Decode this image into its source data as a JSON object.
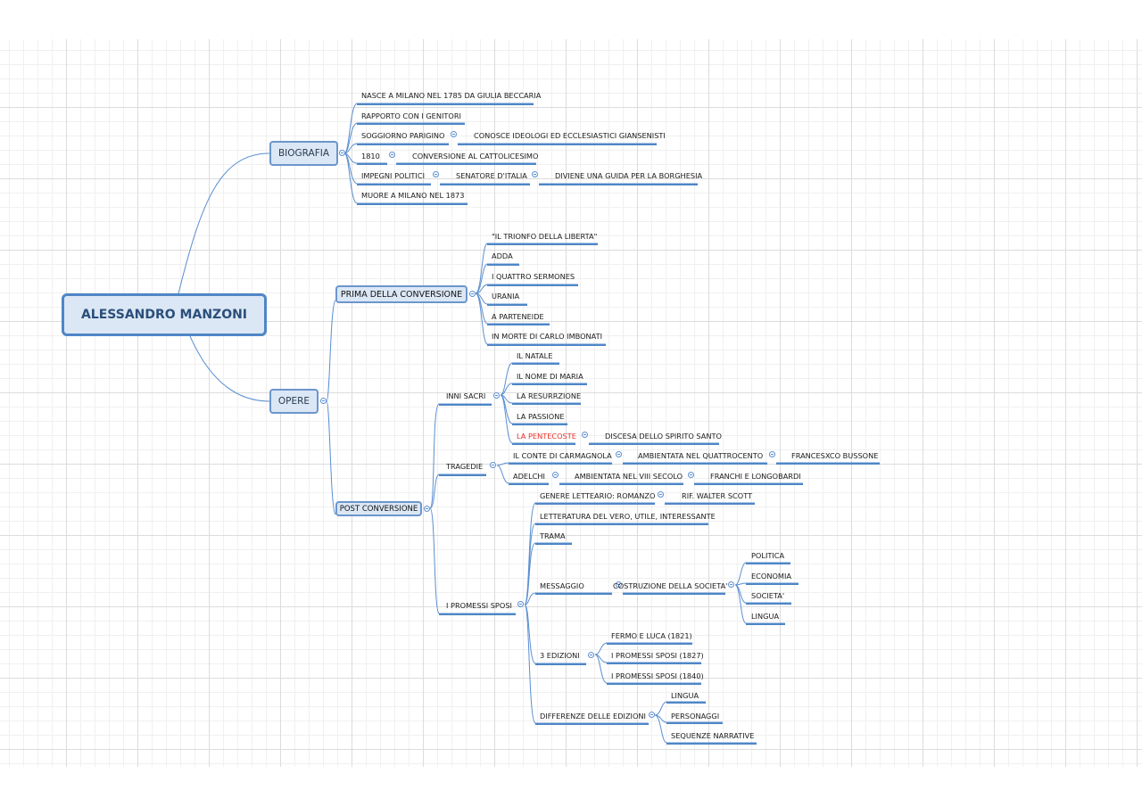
{
  "root": "ALESSANDRO MANZONI",
  "biografia": {
    "label": "BIOGRAFIA",
    "items": [
      "NASCE A MILANO NEL 1785 DA GIULIA BECCARIA",
      "RAPPORTO CON I GENITORI",
      "SOGGIORNO PARIGINO",
      "CONOSCE IDEOLOGI ED ECCLESIASTICI GIANSENISTI",
      "1810",
      "CONVERSIONE AL CATTOLICESIMO",
      "IMPEGNI POLITICI",
      "SENATORE D'ITALIA",
      "DIVIENE UNA GUIDA PER LA BORGHESIA",
      "MUORE A MILANO NEL 1873"
    ]
  },
  "opere": {
    "label": "OPERE",
    "prima": {
      "label": "PRIMA DELLA CONVERSIONE",
      "items": [
        "\"IL TRIONFO DELLA LIBERTA\"",
        "ADDA",
        "I QUATTRO SERMONES",
        "URANIA",
        "A PARTENEIDE",
        "IN MORTE DI CARLO IMBONATI"
      ]
    },
    "post": {
      "label": "POST CONVERSIONE",
      "inni": {
        "label": "INNI SACRI",
        "items": [
          "IL NATALE",
          "IL NOME DI MARIA",
          "LA RESURRZIONE",
          "LA PASSIONE",
          "LA PENTECOSTE",
          "DISCESA DELLO SPIRITO SANTO"
        ]
      },
      "tragedie": {
        "label": "TRAGEDIE",
        "items": [
          "IL CONTE DI CARMAGNOLA",
          "AMBIENTATA NEL QUATTROCENTO",
          "FRANCESXCO BUSSONE",
          "ADELCHI",
          "AMBIENTATA NEL VIII SECOLO",
          "FRANCHI E LONGOBARDI"
        ]
      },
      "promessi": {
        "label": "I PROMESSI SPOSI",
        "items": [
          "GENERE LETTEARIO: ROMANZO",
          "RIF. WALTER SCOTT",
          "LETTERATURA DEL VERO, UTILE, INTERESSANTE",
          "TRAMA",
          "MESSAGGIO",
          "COSTRUZIONE DELLA SOCIETA'",
          "POLITICA",
          "ECONOMIA",
          "SOCIETA'",
          "LINGUA",
          "3 EDIZIONI",
          "FERMO E LUCA (1821)",
          "I PROMESSI SPOSI (1827)",
          "I PROMESSI SPOSI (1840)",
          "DIFFERENZE DELLE EDIZIONI",
          "LINGUA",
          "PERSONAGGI",
          "SEQUENZE NARRATIVE"
        ]
      }
    }
  },
  "colors": {
    "line": "#5b8fd1",
    "node_fill": "#dbe7f5",
    "highlight": "#e8322c"
  }
}
